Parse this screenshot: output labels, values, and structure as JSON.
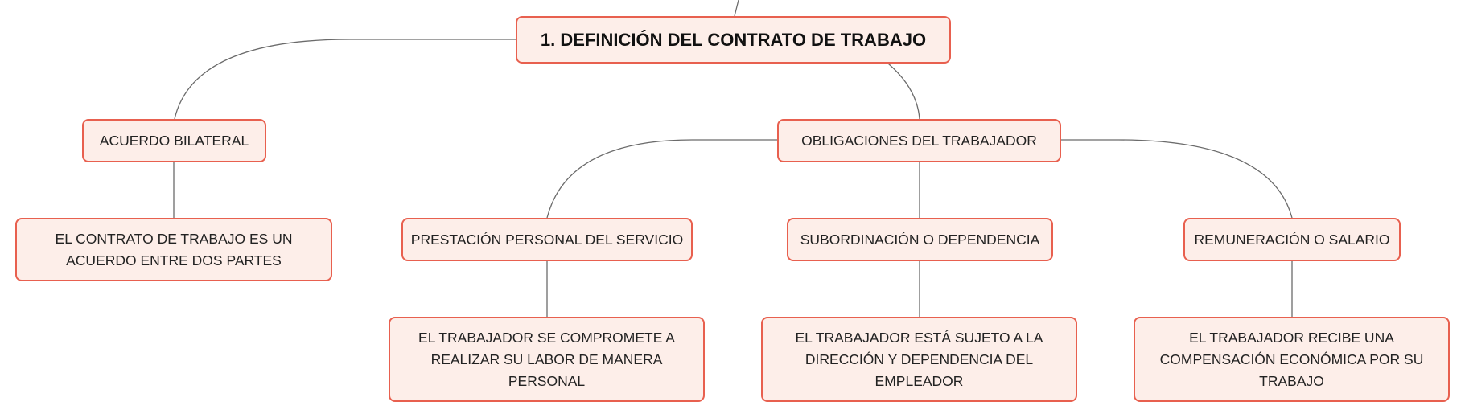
{
  "colors": {
    "node_fill": "#fdeee9",
    "node_border": "#e8604f",
    "connector": "#6b6b6b"
  },
  "root": {
    "label": "1. DEFINICIÓN DEL CONTRATO DE TRABAJO"
  },
  "branches": {
    "acuerdo": {
      "label": "ACUERDO BILATERAL",
      "detail": "EL CONTRATO DE TRABAJO ES UN ACUERDO ENTRE DOS PARTES"
    },
    "obligaciones": {
      "label": "OBLIGACIONES DEL TRABAJADOR",
      "items": [
        {
          "label": "PRESTACIÓN PERSONAL DEL SERVICIO",
          "detail": "EL TRABAJADOR SE COMPROMETE A REALIZAR SU LABOR DE MANERA PERSONAL"
        },
        {
          "label": "SUBORDINACIÓN O DEPENDENCIA",
          "detail": "EL TRABAJADOR ESTÁ SUJETO A LA DIRECCIÓN Y DEPENDENCIA DEL EMPLEADOR"
        },
        {
          "label": "REMUNERACIÓN O SALARIO",
          "detail": "EL TRABAJADOR RECIBE UNA COMPENSACIÓN ECONÓMICA POR SU TRABAJO"
        }
      ]
    }
  }
}
